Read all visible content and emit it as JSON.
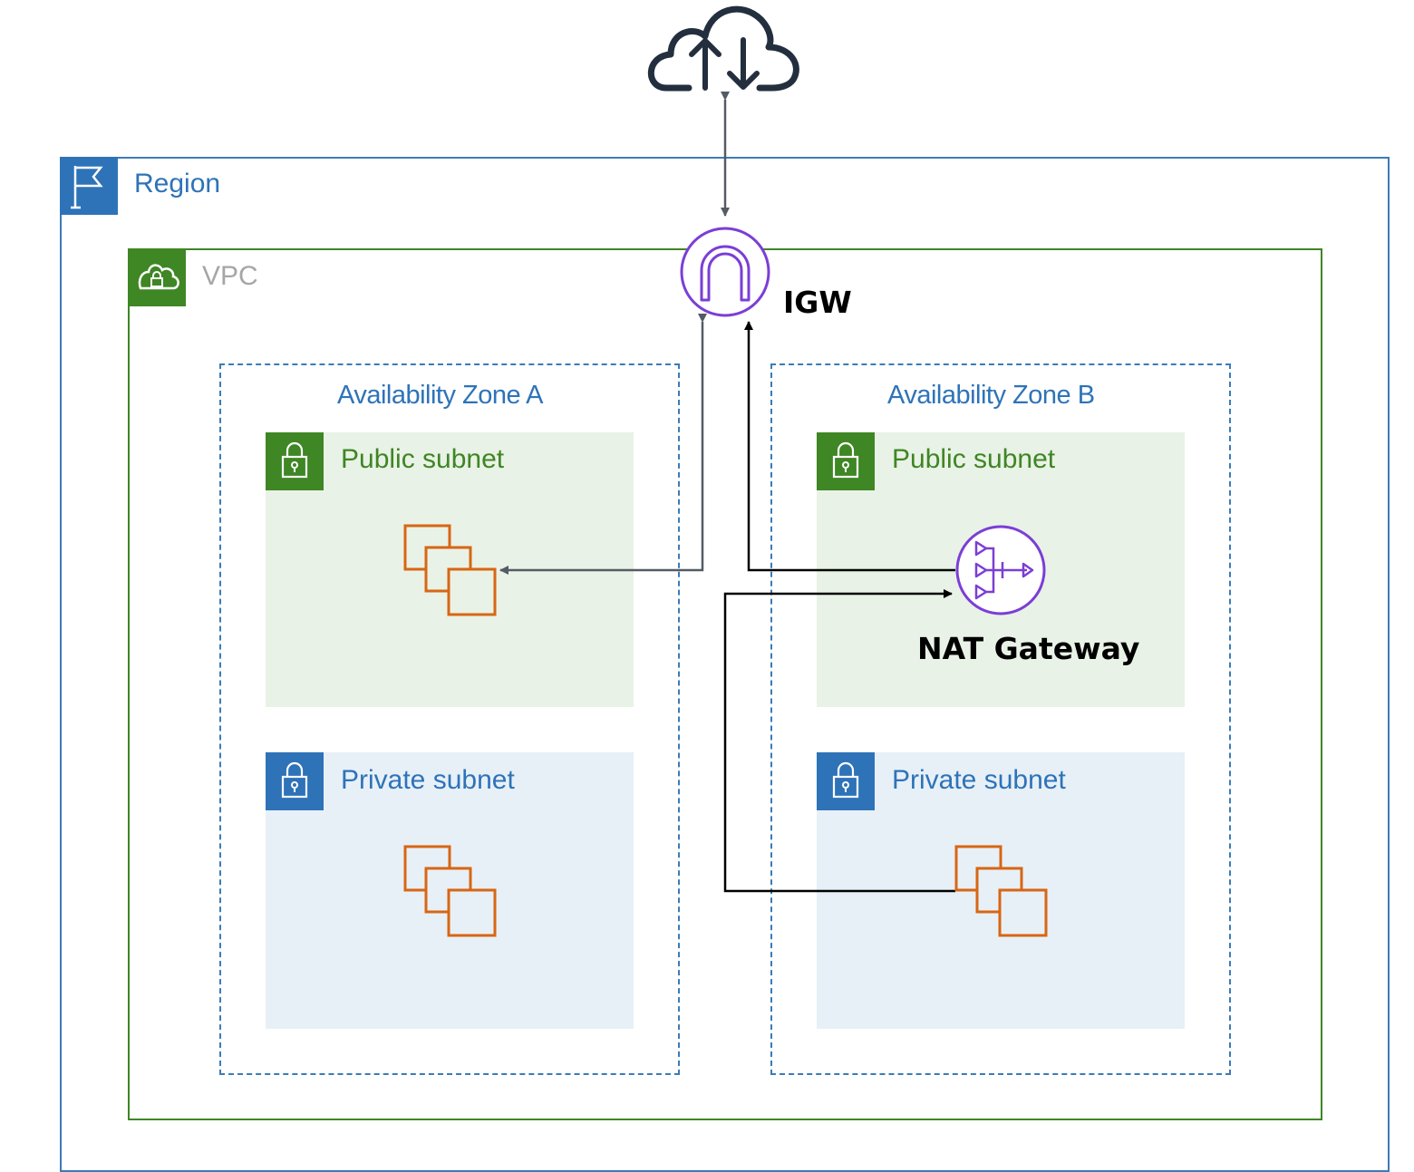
{
  "diagram": {
    "region": {
      "label": "Region"
    },
    "vpc": {
      "label": "VPC"
    },
    "igw": {
      "label": "IGW"
    },
    "nat": {
      "label": "NAT Gateway"
    },
    "zones": [
      {
        "label": "Availability Zone A",
        "public_label": "Public subnet",
        "private_label": "Private subnet"
      },
      {
        "label": "Availability Zone B",
        "public_label": "Public subnet",
        "private_label": "Private subnet"
      }
    ]
  },
  "colors": {
    "region": "#2e73b8",
    "vpc": "#3f8624",
    "igw": "#7b3ed6",
    "instances": "#d86613",
    "connector": "#545b64"
  },
  "icons": [
    "internet-cloud-icon",
    "region-flag-icon",
    "vpc-cloud-lock-icon",
    "subnet-lock-icon",
    "internet-gateway-icon",
    "nat-gateway-icon",
    "ec2-instances-icon"
  ]
}
